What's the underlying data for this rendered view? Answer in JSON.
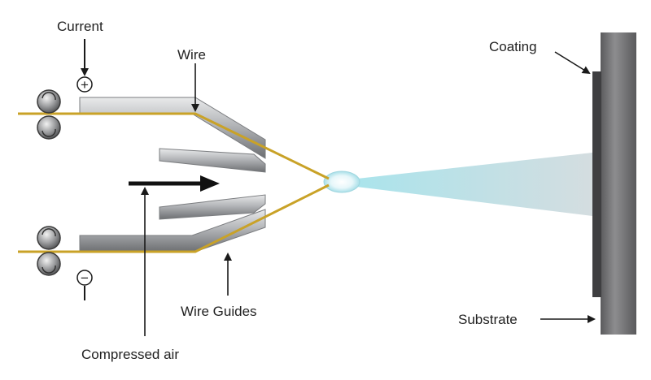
{
  "labels": {
    "current": "Current",
    "wire": "Wire",
    "coating": "Coating",
    "wire_guides": "Wire Guides",
    "substrate": "Substrate",
    "compressed_air": "Compressed air"
  },
  "polarity": {
    "positive": "+",
    "negative": "−"
  },
  "colors": {
    "wire": "#c9a227",
    "spray": "#bfe6ea",
    "substrate": "#6e6e70",
    "coating": "#3f3f41",
    "guide": "#a9abae"
  }
}
